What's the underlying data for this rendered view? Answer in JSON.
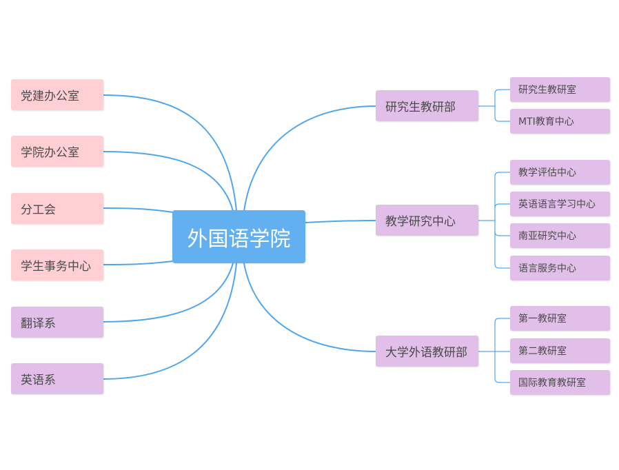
{
  "diagram": {
    "center": {
      "label": "外国语学院"
    },
    "left_branches": [
      {
        "label": "党建办公室",
        "fill": "#ffcfd4"
      },
      {
        "label": "学院办公室",
        "fill": "#ffcfd4"
      },
      {
        "label": "分工会",
        "fill": "#ffcfd4"
      },
      {
        "label": "学生事务中心",
        "fill": "#ffcfd4"
      },
      {
        "label": "翻译系",
        "fill": "#e1bfe8"
      },
      {
        "label": "英语系",
        "fill": "#e1bfe8"
      }
    ],
    "right_branches": [
      {
        "label": "研究生教研部",
        "children": [
          {
            "label": "研究生教研室"
          },
          {
            "label": "MTI教育中心"
          }
        ]
      },
      {
        "label": "教学研究中心",
        "children": [
          {
            "label": "教学评估中心"
          },
          {
            "label": "英语语言学习中心"
          },
          {
            "label": "南亚研究中心"
          },
          {
            "label": "语言服务中心"
          }
        ]
      },
      {
        "label": "大学外语教研部",
        "children": [
          {
            "label": "第一教研室"
          },
          {
            "label": "第二教研室"
          },
          {
            "label": "国际教育教研室"
          }
        ]
      }
    ]
  },
  "colors": {
    "connector": "#4fa6ee",
    "center_fill": "#63b0f1",
    "pink_fill": "#ffcfd4",
    "violet_fill": "#e1bfe8"
  }
}
